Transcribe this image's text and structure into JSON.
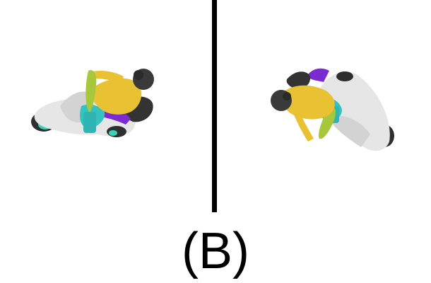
{
  "caption": {
    "text": "(B)"
  },
  "colors": {
    "background": "#ffffff",
    "divider": "#000000",
    "rider_shirt": "#e8c232",
    "rider_head": "#3a3a3a",
    "bike_body": "#e4e4e4",
    "bike_accent_teal": "#35c3c0",
    "bike_accent_purple": "#7a2bd1",
    "handlebar_green": "#a8c83c"
  },
  "panels": [
    {
      "name": "left-view",
      "icon": "motorcycle-rider-top-view"
    },
    {
      "name": "right-view",
      "icon": "motorcycle-rider-top-view"
    }
  ]
}
